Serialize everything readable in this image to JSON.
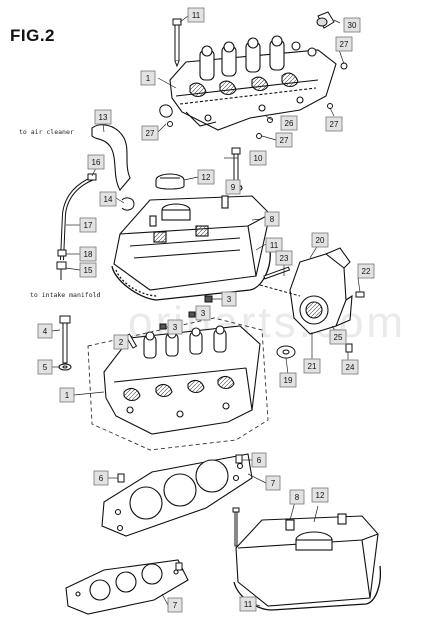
{
  "figure": {
    "title": "FIG.2",
    "watermark": "oriparts.com"
  },
  "notes": {
    "air_cleaner": "to air cleaner",
    "intake_manifold": "to intake manifold"
  },
  "callouts": [
    {
      "id": "c-11-top",
      "label": "11"
    },
    {
      "id": "c-30",
      "label": "30"
    },
    {
      "id": "c-27-tr",
      "label": "27"
    },
    {
      "id": "c-1-top",
      "label": "1"
    },
    {
      "id": "c-27-ml",
      "label": "27"
    },
    {
      "id": "c-26",
      "label": "26"
    },
    {
      "id": "c-27-mc",
      "label": "27"
    },
    {
      "id": "c-27-mr",
      "label": "27"
    },
    {
      "id": "c-13",
      "label": "13"
    },
    {
      "id": "c-10",
      "label": "10"
    },
    {
      "id": "c-16",
      "label": "16"
    },
    {
      "id": "c-12",
      "label": "12"
    },
    {
      "id": "c-9",
      "label": "9"
    },
    {
      "id": "c-14",
      "label": "14"
    },
    {
      "id": "c-8",
      "label": "8"
    },
    {
      "id": "c-17",
      "label": "17"
    },
    {
      "id": "c-20",
      "label": "20"
    },
    {
      "id": "c-11-mid",
      "label": "11"
    },
    {
      "id": "c-23",
      "label": "23"
    },
    {
      "id": "c-18",
      "label": "18"
    },
    {
      "id": "c-15",
      "label": "15"
    },
    {
      "id": "c-22",
      "label": "22"
    },
    {
      "id": "c-3-a",
      "label": "3"
    },
    {
      "id": "c-3-b",
      "label": "3"
    },
    {
      "id": "c-3-c",
      "label": "3"
    },
    {
      "id": "c-4",
      "label": "4"
    },
    {
      "id": "c-2",
      "label": "2"
    },
    {
      "id": "c-25",
      "label": "25"
    },
    {
      "id": "c-5",
      "label": "5"
    },
    {
      "id": "c-19",
      "label": "19"
    },
    {
      "id": "c-21",
      "label": "21"
    },
    {
      "id": "c-24",
      "label": "24"
    },
    {
      "id": "c-1-mid",
      "label": "1"
    },
    {
      "id": "c-6-r",
      "label": "6"
    },
    {
      "id": "c-6-l",
      "label": "6"
    },
    {
      "id": "c-7-mid",
      "label": "7"
    },
    {
      "id": "c-8-b",
      "label": "8"
    },
    {
      "id": "c-12-b",
      "label": "12"
    },
    {
      "id": "c-7-b",
      "label": "7"
    },
    {
      "id": "c-11-b",
      "label": "11"
    }
  ]
}
